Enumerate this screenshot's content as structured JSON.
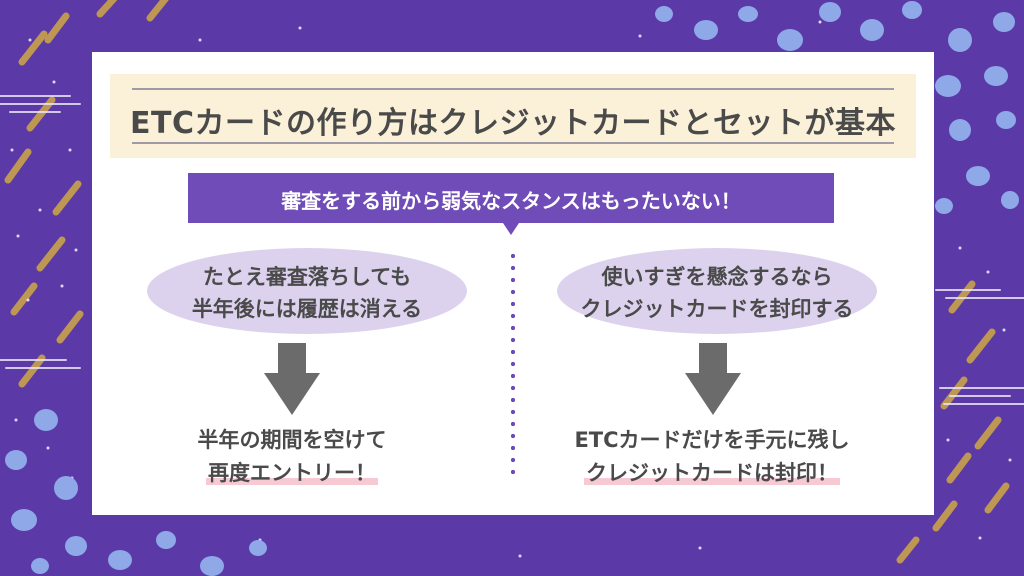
{
  "title": "ETCカードの作り方はクレジットカードとセットが基本",
  "banner": "審査をする前から弱気なスタンスはもったいない！",
  "left": {
    "condition": [
      "たとえ審査落ちしても",
      "半年後には履歴は消える"
    ],
    "result_line1": "半年の期間を空けて",
    "result_line2": "再度エントリー！"
  },
  "right": {
    "condition": [
      "使いすぎを懸念するなら",
      "クレジットカードを封印する"
    ],
    "result_line1": "ETCカードだけを手元に残し",
    "result_line2": "クレジットカードは封印！"
  },
  "colors": {
    "background": "#5b3aa8",
    "banner": "#6f4cb8",
    "oval": "#dcd2ee",
    "title_band": "#fbf1d8",
    "arrow": "#6b6b6b",
    "highlight": "#f6c9d3",
    "gold_stroke": "#c9a24a",
    "blue_dot": "#8fa8e8"
  }
}
